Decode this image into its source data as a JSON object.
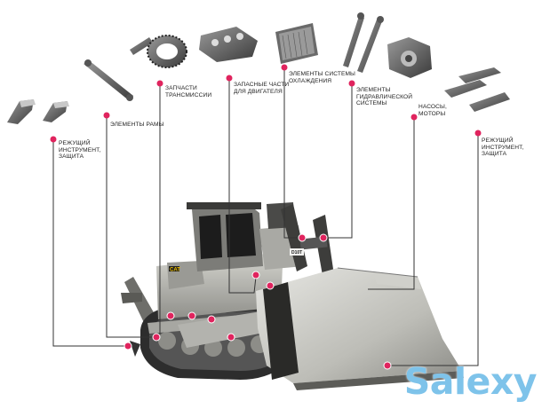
{
  "labels": {
    "cutting_left": "РЕЖУЩИЙ\nИНСТРУМЕНТ,\nЗАЩИТА",
    "frame": "ЭЛЕМЕНТЫ РАМЫ",
    "transmission": "ЗАПЧАСТИ\nТРАНСМИССИИ",
    "engine": "ЗАПАСНЫЕ ЧАСТИ\nДЛЯ ДВИГАТЕЛЯ",
    "cooling": "ЭЛЕМЕНТЫ СИСТЕМЫ\nОХЛАЖДЕНИЯ",
    "hydraulic": "ЭЛЕМЕНТЫ\nГИДРАВЛИЧЕСКОЙ\nСИСТЕМЫ",
    "pumps": "НАСОСЫ,\nМОТОРЫ",
    "cutting_right": "РЕЖУЩИЙ\nИНСТРУМЕНТ,\nЗАЩИТА"
  },
  "vehicle_badges": {
    "brand": "CAT",
    "model": "D10T"
  },
  "watermark": "Salexy",
  "colors": {
    "marker": "#e0245e",
    "line": "#333333",
    "watermark": "#7ec3ea",
    "body": "#b8b8b2",
    "dark": "#2a2a2a"
  }
}
